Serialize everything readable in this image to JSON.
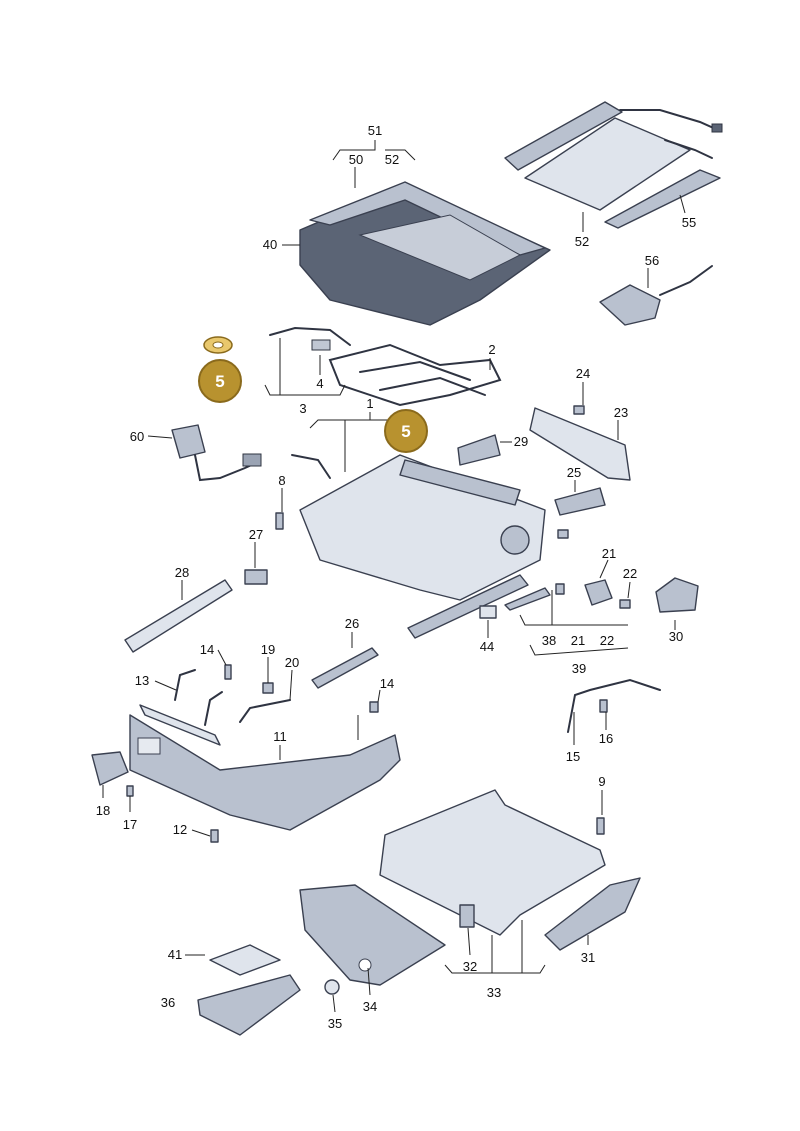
{
  "labels": {
    "l1": "1",
    "l2": "2",
    "l3": "3",
    "l4": "4",
    "l8": "8",
    "l9": "9",
    "l11": "11",
    "l12": "12",
    "l13": "13",
    "l14a": "14",
    "l14b": "14",
    "l15": "15",
    "l16": "16",
    "l17": "17",
    "l18": "18",
    "l19": "19",
    "l20": "20",
    "l21a": "21",
    "l21b": "21",
    "l22a": "22",
    "l22b": "22",
    "l23": "23",
    "l24": "24",
    "l25": "25",
    "l26": "26",
    "l27": "27",
    "l28": "28",
    "l29": "29",
    "l30": "30",
    "l31": "31",
    "l32": "32",
    "l33": "33",
    "l34": "34",
    "l35": "35",
    "l36": "36",
    "l38": "38",
    "l39": "39",
    "l40": "40",
    "l41": "41",
    "l44": "44",
    "l50": "50",
    "l51": "51",
    "l52a": "52",
    "l52b": "52",
    "l55": "55",
    "l56": "56",
    "l60": "60"
  },
  "badges": {
    "b1": "5",
    "b2": "5"
  },
  "colors": {
    "badge": "#b8922f",
    "badge_ring": "#8a6a1c",
    "washer": "#e9c86d"
  }
}
